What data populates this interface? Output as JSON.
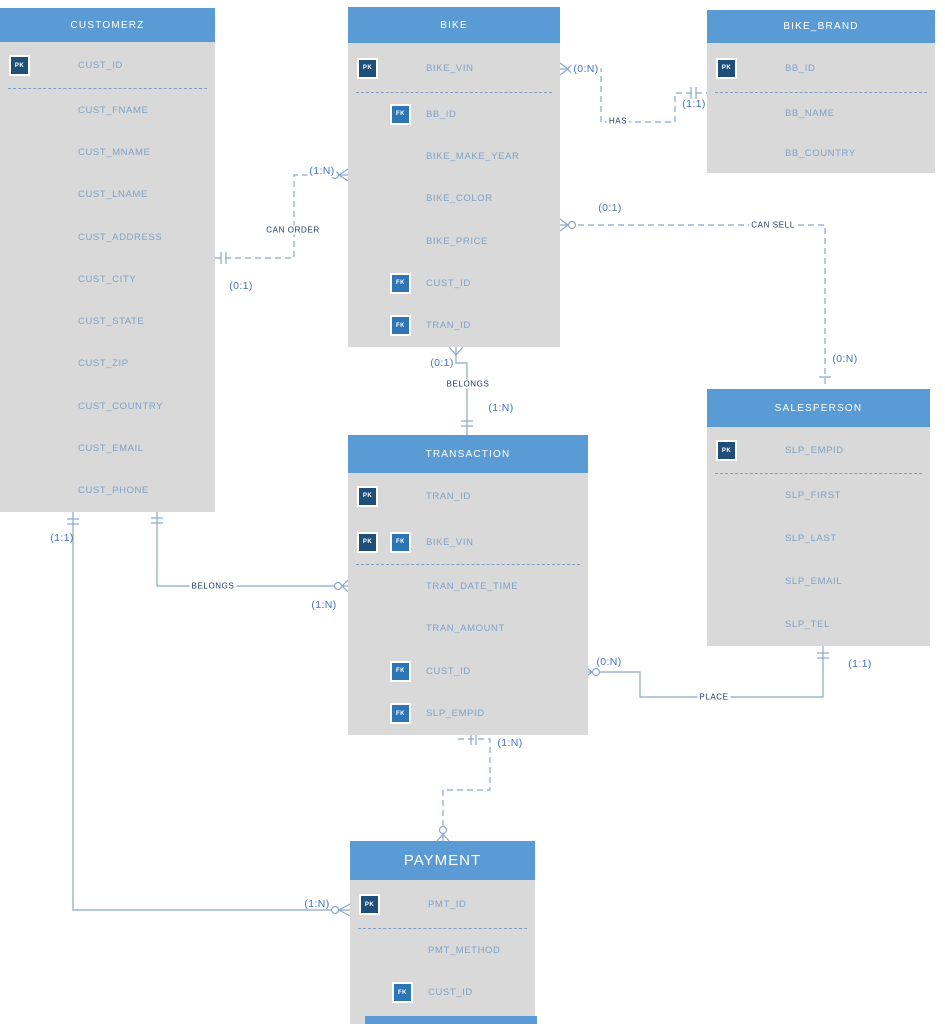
{
  "entities": [
    {
      "name": "CUSTOMERZ",
      "fields": [
        {
          "name": "CUST_ID",
          "badges": [
            "PK"
          ]
        },
        {
          "name": "CUST_FNAME"
        },
        {
          "name": "CUST_MNAME"
        },
        {
          "name": "CUST_LNAME"
        },
        {
          "name": "CUST_ADDRESS"
        },
        {
          "name": "CUST_CITY"
        },
        {
          "name": "CUST_STATE"
        },
        {
          "name": "CUST_ZIP"
        },
        {
          "name": "CUST_COUNTRY"
        },
        {
          "name": "CUST_EMAIL"
        },
        {
          "name": "CUST_PHONE"
        }
      ]
    },
    {
      "name": "BIKE",
      "fields": [
        {
          "name": "BIKE_VIN",
          "badges": [
            "PK"
          ]
        },
        {
          "name": "BB_ID",
          "badges": [
            "FK"
          ]
        },
        {
          "name": "BIKE_MAKE_YEAR"
        },
        {
          "name": "BIKE_COLOR"
        },
        {
          "name": "BIKE_PRICE"
        },
        {
          "name": "CUST_ID",
          "badges": [
            "FK"
          ]
        },
        {
          "name": "TRAN_ID",
          "badges": [
            "FK"
          ]
        }
      ]
    },
    {
      "name": "BIKE_BRAND",
      "fields": [
        {
          "name": "BB_ID",
          "badges": [
            "PK"
          ]
        },
        {
          "name": "BB_NAME"
        },
        {
          "name": "BB_COUNTRY"
        }
      ]
    },
    {
      "name": "TRANSACTION",
      "fields": [
        {
          "name": "TRAN_ID",
          "badges": [
            "PK"
          ]
        },
        {
          "name": "BIKE_VIN",
          "badges": [
            "PK",
            "FK"
          ]
        },
        {
          "name": "TRAN_DATE_TIME"
        },
        {
          "name": "TRAN_AMOUNT"
        },
        {
          "name": "CUST_ID",
          "badges": [
            "FK"
          ]
        },
        {
          "name": "SLP_EMPID",
          "badges": [
            "FK"
          ]
        }
      ]
    },
    {
      "name": "SALESPERSON",
      "fields": [
        {
          "name": "SLP_EMPID",
          "badges": [
            "PK"
          ]
        },
        {
          "name": "SLP_FIRST"
        },
        {
          "name": "SLP_LAST"
        },
        {
          "name": "SLP_EMAIL"
        },
        {
          "name": "SLP_TEL"
        }
      ]
    },
    {
      "name": "PAYMENT",
      "fields": [
        {
          "name": "PMT_ID",
          "badges": [
            "PK"
          ]
        },
        {
          "name": "PMT_METHOD"
        },
        {
          "name": "CUST_ID",
          "badges": [
            "FK"
          ]
        }
      ]
    }
  ],
  "relationships": [
    {
      "verb": "CAN ORDER",
      "from_entity": "CUSTOMERZ",
      "to_entity": "BIKE",
      "from_card": "(0:1)",
      "to_card": "(1:N)",
      "line": "dashed"
    },
    {
      "verb": "HAS",
      "from_entity": "BIKE",
      "to_entity": "BIKE_BRAND",
      "from_card": "(0:N)",
      "to_card": "(1:1)",
      "line": "dashed"
    },
    {
      "verb": "CAN SELL",
      "from_entity": "BIKE",
      "to_entity": "SALESPERSON",
      "from_card": "(0:1)",
      "to_card": "(0:N)",
      "line": "dashed"
    },
    {
      "verb": "BELONGS",
      "from_entity": "BIKE",
      "to_entity": "TRANSACTION",
      "from_card": "(0:1)",
      "to_card": "(1:N)",
      "line": "solid"
    },
    {
      "verb": "BELONGS",
      "from_entity": "CUSTOMERZ",
      "to_entity": "TRANSACTION",
      "to_card": "(1:N)",
      "line": "solid"
    },
    {
      "verb": "PLACE",
      "from_entity": "TRANSACTION",
      "to_entity": "SALESPERSON",
      "from_card": "(0:N)",
      "to_card": "(1:1)",
      "line": "solid"
    },
    {
      "from_entity": "TRANSACTION",
      "to_entity": "PAYMENT",
      "to_card": "(1:N)",
      "line": "dashed"
    },
    {
      "from_entity": "CUSTOMERZ",
      "to_entity": "PAYMENT",
      "from_card": "(1:1)",
      "to_card": "(1:N)",
      "line": "solid"
    }
  ],
  "colors": {
    "header": "#5b9bd5",
    "body": "#d9d9d9",
    "pk_badge": "#1f4e79",
    "fk_badge": "#2e75b6",
    "field_text": "#7ea2c9",
    "wire": "#8aa8cb",
    "cardinality": "#4472c4",
    "verb": "#17375e"
  }
}
